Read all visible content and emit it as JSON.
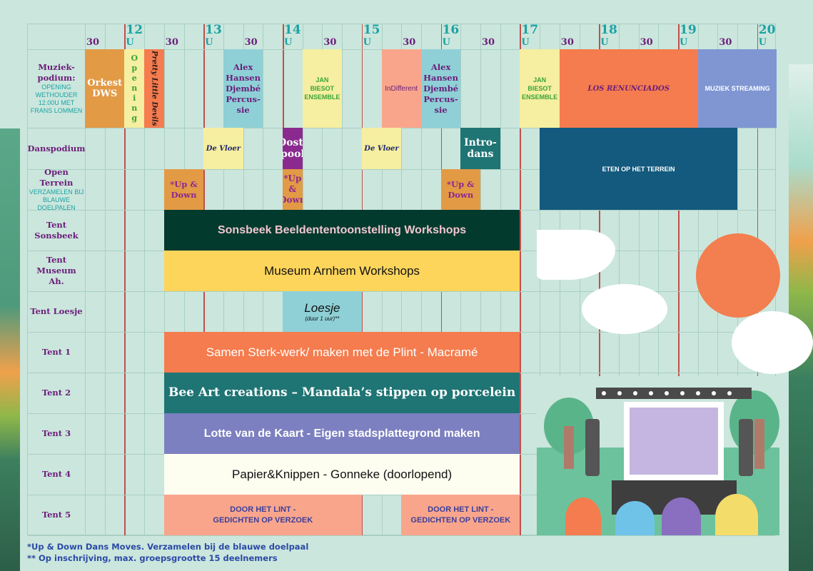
{
  "schedule": {
    "time_ticks": [
      {
        "label": "30",
        "type": "min"
      },
      {
        "label": "12",
        "unit": "U",
        "type": "hour"
      },
      {
        "label": "30",
        "type": "min"
      },
      {
        "label": "13",
        "unit": "U",
        "type": "hour"
      },
      {
        "label": "30",
        "type": "min"
      },
      {
        "label": "14",
        "unit": "U",
        "type": "hour"
      },
      {
        "label": "30",
        "type": "min"
      },
      {
        "label": "15",
        "unit": "U",
        "type": "hour"
      },
      {
        "label": "30",
        "type": "min"
      },
      {
        "label": "16",
        "unit": "U",
        "type": "hour"
      },
      {
        "label": "30",
        "type": "min"
      },
      {
        "label": "17",
        "unit": "U",
        "type": "hour"
      },
      {
        "label": "30",
        "type": "min"
      },
      {
        "label": "18",
        "unit": "U",
        "type": "hour"
      },
      {
        "label": "30",
        "type": "min"
      },
      {
        "label": "19",
        "unit": "U",
        "type": "hour"
      },
      {
        "label": "30",
        "type": "min"
      },
      {
        "label": "20",
        "unit": "U",
        "type": "hour"
      }
    ],
    "rows": [
      {
        "label": "Muziek-podium:",
        "sub": "OPENING WETHOUDER 12.00U MET FRANS LOMMEN"
      },
      {
        "label": "Danspodium",
        "sub": ""
      },
      {
        "label": "Open Terrein",
        "sub": "VERZAMELEN BIJ BLAUWE DOELPALEN"
      },
      {
        "label": "Tent Sonsbeek",
        "sub": ""
      },
      {
        "label": "Tent Museum Ah.",
        "sub": ""
      },
      {
        "label": "Tent Loesje",
        "sub": ""
      },
      {
        "label": "Tent 1",
        "sub": ""
      },
      {
        "label": "Tent 2",
        "sub": ""
      },
      {
        "label": "Tent 3",
        "sub": ""
      },
      {
        "label": "Tent 4",
        "sub": ""
      },
      {
        "label": "Tent 5",
        "sub": ""
      }
    ],
    "events": [
      {
        "row": 0,
        "start": "11:30",
        "end": "12:00",
        "title": "Orkest DWS",
        "bg": "#e39a45",
        "fg": "#ffffff",
        "style": "serif"
      },
      {
        "row": 0,
        "start": "12:00",
        "end": "12:15",
        "title": "Opening",
        "bg": "#f6eea0",
        "fg": "#3aa53a",
        "style": "serif-vertical"
      },
      {
        "row": 0,
        "start": "12:15",
        "end": "12:30",
        "title": "Pretty Little Devils",
        "bg": "#f47c4e",
        "fg": "#2a1a1a",
        "style": "script-rotated"
      },
      {
        "row": 0,
        "start": "13:15",
        "end": "13:45",
        "title": "Alex Hansen Djembé Percus-sie",
        "bg": "#8ed0d6",
        "fg": "#6b1d7a",
        "style": "serif"
      },
      {
        "row": 0,
        "start": "14:15",
        "end": "14:45",
        "title": "JAN BIESOT ENSEMBLE",
        "bg": "#f6eea0",
        "fg": "#3aa53a",
        "style": "cond"
      },
      {
        "row": 0,
        "start": "15:15",
        "end": "15:45",
        "title": "InDifferent",
        "bg": "#f9a58c",
        "fg": "#6b1d7a",
        "style": "sans"
      },
      {
        "row": 0,
        "start": "15:45",
        "end": "16:15",
        "title": "Alex Hansen Djembé Percus-sie",
        "bg": "#8ed0d6",
        "fg": "#6b1d7a",
        "style": "serif"
      },
      {
        "row": 0,
        "start": "17:00",
        "end": "17:30",
        "title": "JAN BIESOT ENSEMBLE",
        "bg": "#f6eea0",
        "fg": "#3aa53a",
        "style": "cond"
      },
      {
        "row": 0,
        "start": "17:30",
        "end": "19:15",
        "title": "LOS RENUNCIADOS",
        "bg": "#f47c4e",
        "fg": "#6b1d7a",
        "style": "script"
      },
      {
        "row": 0,
        "start": "19:15",
        "end": "20:15",
        "title": "MUZIEK STREAMING",
        "bg": "#7f96d3",
        "fg": "#ffffff",
        "style": "cond"
      },
      {
        "row": 1,
        "start": "13:00",
        "end": "13:30",
        "title": "De Vloer",
        "bg": "#f6eea0",
        "fg": "#1f2a6b",
        "style": "script"
      },
      {
        "row": 1,
        "start": "14:00",
        "end": "14:15",
        "title": "Oost-pool",
        "bg": "#8a2a8f",
        "fg": "#ffffff",
        "style": "serif"
      },
      {
        "row": 1,
        "start": "15:00",
        "end": "15:30",
        "title": "De Vloer",
        "bg": "#f6eea0",
        "fg": "#1f2a6b",
        "style": "script"
      },
      {
        "row": 1,
        "start": "16:15",
        "end": "16:45",
        "title": "Intro-dans",
        "bg": "#1f7474",
        "fg": "#ffffff",
        "style": "serif"
      },
      {
        "row": 1,
        "start": "17:15",
        "end": "19:45",
        "rowspan": 2,
        "title": "ETEN OP HET TERREIN",
        "bg": "#135a7e",
        "fg": "#ffffff",
        "style": "cond"
      },
      {
        "row": 2,
        "start": "12:30",
        "end": "13:00",
        "title": "*Up & Down",
        "bg": "#e39a45",
        "fg": "#8a2a8f",
        "style": "serif"
      },
      {
        "row": 2,
        "start": "14:00",
        "end": "14:15",
        "title": "*Up & Down",
        "bg": "#e39a45",
        "fg": "#8a2a8f",
        "style": "serif"
      },
      {
        "row": 2,
        "start": "16:00",
        "end": "16:30",
        "title": "*Up & Down",
        "bg": "#e39a45",
        "fg": "#8a2a8f",
        "style": "serif"
      },
      {
        "row": 3,
        "start": "12:30",
        "end": "17:00",
        "title": "Sonsbeek Beeldententoonstelling Workshops",
        "bg": "#023a2d",
        "fg": "#f2c6d0",
        "style": "sans-bold"
      },
      {
        "row": 4,
        "start": "12:30",
        "end": "17:00",
        "title": "Museum Arnhem Workshops",
        "bg": "#fdd55b",
        "fg": "#111111",
        "style": "sans"
      },
      {
        "row": 5,
        "start": "14:00",
        "end": "15:00",
        "title": "Loesje",
        "subtitle": "(duur 1 uur)**",
        "bg": "#8ed0d6",
        "fg": "#111111",
        "style": "sans-italic"
      },
      {
        "row": 6,
        "start": "12:30",
        "end": "17:00",
        "title": "Samen Sterk-werk/ maken met de Plint - Macramé",
        "bg": "#f47c4e",
        "fg": "#ffffff",
        "style": "sans"
      },
      {
        "row": 7,
        "start": "12:30",
        "end": "17:00",
        "title": "Bee Art creations – Mandala’s stippen op porcelein",
        "bg": "#1f7474",
        "fg": "#ffffff",
        "style": "serif"
      },
      {
        "row": 8,
        "start": "12:30",
        "end": "17:00",
        "title": "Lotte van de Kaart - Eigen stadsplattegrond maken",
        "bg": "#7c80c0",
        "fg": "#ffffff",
        "style": "sans-bold"
      },
      {
        "row": 9,
        "start": "12:30",
        "end": "17:00",
        "title": "Papier&Knippen - Gonneke (doorlopend)",
        "bg": "#fdfdf0",
        "fg": "#111111",
        "style": "sans"
      },
      {
        "row": 10,
        "start": "12:30",
        "end": "15:00",
        "title": "DOOR HET LINT - GEDICHTEN OP VERZOEK",
        "bg": "#f9a58c",
        "fg": "#3b3f9a",
        "style": "cond"
      },
      {
        "row": 10,
        "start": "15:30",
        "end": "17:00",
        "title": "DOOR HET LINT - GEDICHTEN OP VERZOEK",
        "bg": "#f9a58c",
        "fg": "#3b3f9a",
        "style": "cond"
      }
    ]
  },
  "footnotes": [
    "*Up & Down Dans Moves. Verzamelen bij de blauwe doelpaal",
    "** Op inschrijving, max. groepsgrootte 15 deelnemers"
  ],
  "illustration": {
    "subject": "concert-stage-illustration",
    "sun_color": "#f37e4f"
  }
}
